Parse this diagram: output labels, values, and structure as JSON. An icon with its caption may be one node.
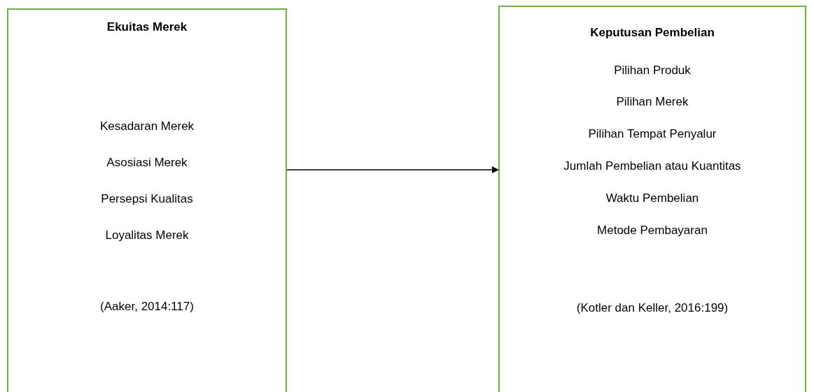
{
  "diagram": {
    "nodes": [
      {
        "text": [
          "Ekuitas Merek",
          "Kesadaran Merek",
          "Asosiasi Merek",
          "Persepsi Kualitas",
          "Loyalitas Merek",
          "(Aaker, 2014:117)"
        ]
      },
      {
        "text": [
          "Keputusan Pembelian",
          "Pilihan Produk",
          "Pilihan Merek",
          "Pilihan Tempat Penyalur",
          "Jumlah Pembelian atau Kuantitas",
          "Waktu Pembelian",
          "Metode Pembayaran",
          "(Kotler dan Keller, 2016:199)"
        ]
      }
    ],
    "edges": [
      {
        "from": 0,
        "to": 1,
        "arrow": "to"
      }
    ]
  }
}
